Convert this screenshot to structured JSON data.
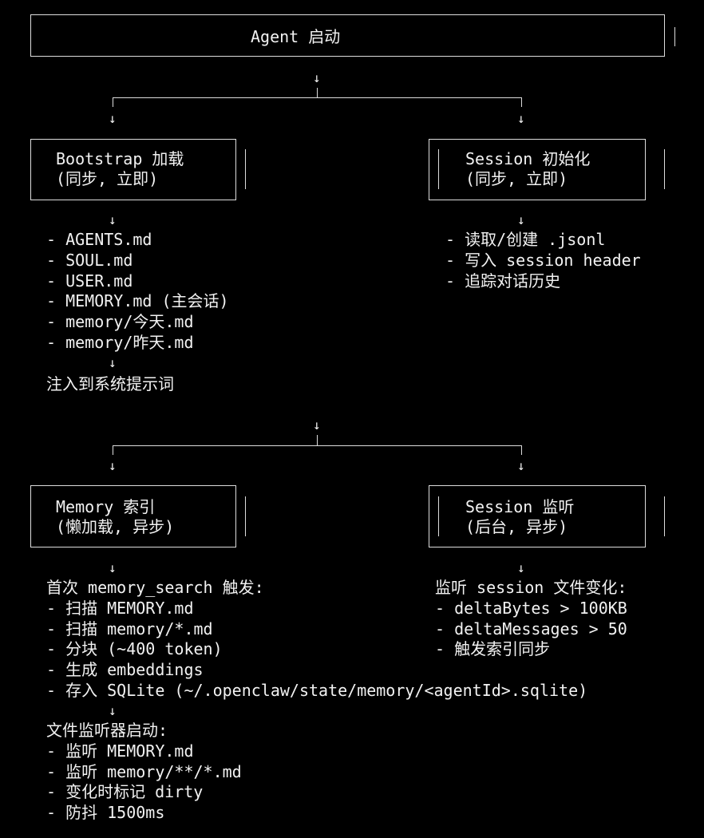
{
  "arrow_glyph": "↓",
  "root": {
    "title": "Agent 启动"
  },
  "bootstrap": {
    "title": "Bootstrap 加载",
    "subtitle": "(同步, 立即)",
    "items": [
      "- AGENTS.md",
      "- SOUL.md",
      "- USER.md",
      "- MEMORY.md (主会话)",
      "- memory/今天.md",
      "- memory/昨天.md"
    ],
    "result": "注入到系统提示词"
  },
  "session_init": {
    "title": "Session 初始化",
    "subtitle": "(同步, 立即)",
    "items": [
      "- 读取/创建 .jsonl",
      "- 写入 session header",
      "- 追踪对话历史"
    ]
  },
  "memory_index": {
    "title": "Memory 索引",
    "subtitle": "(懒加载, 异步)",
    "trigger": "首次 memory_search 触发:",
    "items": [
      "- 扫描 MEMORY.md",
      "- 扫描 memory/*.md",
      "- 分块 (~400 token)",
      "- 生成 embeddings",
      "- 存入 SQLite (~/.openclaw/state/memory/<agentId>.sqlite)"
    ],
    "watcher_title": "文件监听器启动:",
    "watcher_items": [
      "- 监听 MEMORY.md",
      "- 监听 memory/**/*.md",
      "- 变化时标记 dirty",
      "- 防抖 1500ms"
    ]
  },
  "session_watch": {
    "title": "Session 监听",
    "subtitle": "(后台, 异步)",
    "trigger": "监听 session 文件变化:",
    "items": [
      "- deltaBytes > 100KB",
      "- deltaMessages > 50",
      "- 触发索引同步"
    ]
  }
}
